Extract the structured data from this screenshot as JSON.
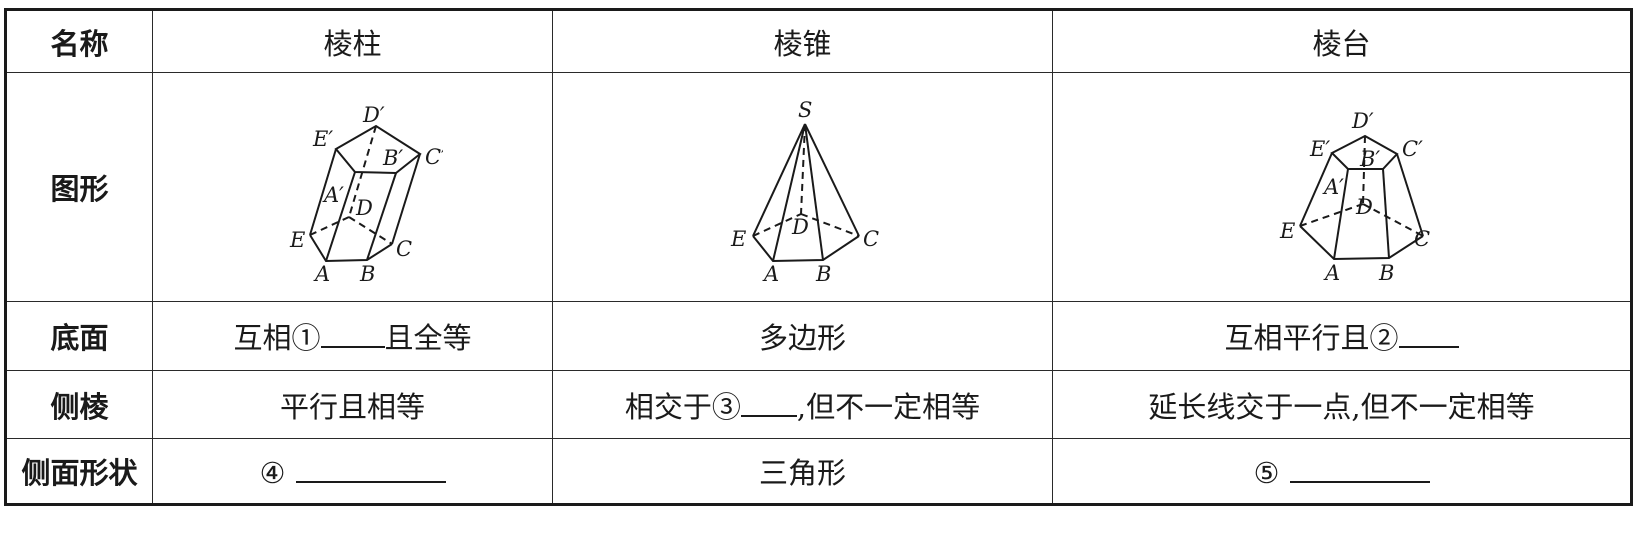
{
  "table": {
    "header": {
      "row_label": "名称",
      "columns": [
        "棱柱",
        "棱锥",
        "棱台"
      ]
    },
    "rows": [
      {
        "label": "图形",
        "cells": [
          "prism-figure",
          "pyramid-figure",
          "frustum-figure"
        ]
      },
      {
        "label": "底面",
        "cells": [
          {
            "before": "互相①",
            "blank": "",
            "after": "且全等"
          },
          {
            "before": "多边形",
            "blank": null,
            "after": ""
          },
          {
            "before": "互相平行且②",
            "blank": "",
            "after": ""
          }
        ]
      },
      {
        "label": "侧棱",
        "cells": [
          {
            "before": "平行且相等",
            "blank": null,
            "after": ""
          },
          {
            "before": "相交于③",
            "blank": "",
            "after": ",但不一定相等"
          },
          {
            "before": "延长线交于一点,但不一定相等",
            "blank": null,
            "after": ""
          }
        ]
      },
      {
        "label": "侧面形状",
        "cells": [
          {
            "before": "④",
            "blank": "",
            "after": ""
          },
          {
            "before": "三角形",
            "blank": null,
            "after": ""
          },
          {
            "before": "⑤",
            "blank": "",
            "after": ""
          }
        ]
      }
    ]
  },
  "figures": {
    "prism": {
      "labels": {
        "D1": "D′",
        "E1": "E′",
        "B1": "B′",
        "C1": "C′",
        "A1": "A′",
        "D": "D",
        "E": "E",
        "C": "C",
        "A": "A",
        "B": "B"
      }
    },
    "pyramid": {
      "labels": {
        "S": "S",
        "D": "D",
        "E": "E",
        "C": "C",
        "A": "A",
        "B": "B"
      }
    },
    "frustum": {
      "labels": {
        "D1": "D′",
        "E1": "E′",
        "B1": "B′",
        "C1": "C′",
        "A1": "A′",
        "D": "D",
        "E": "E",
        "C": "C",
        "A": "A",
        "B": "B"
      }
    }
  }
}
